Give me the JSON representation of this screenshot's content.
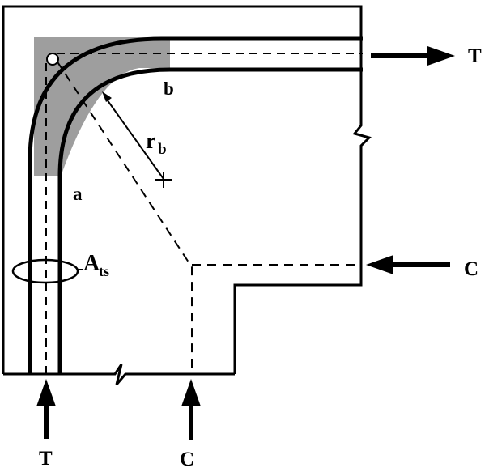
{
  "labels": {
    "T_right": "T",
    "T_bottom": "T",
    "C_right": "C",
    "C_bottom": "C",
    "a": "a",
    "b": "b",
    "r": "r",
    "r_sub": "b",
    "A": "A",
    "A_sub": "ts"
  },
  "colors": {
    "ink": "#000000",
    "node_fill": "#9e9e9e",
    "background": "#ffffff"
  }
}
